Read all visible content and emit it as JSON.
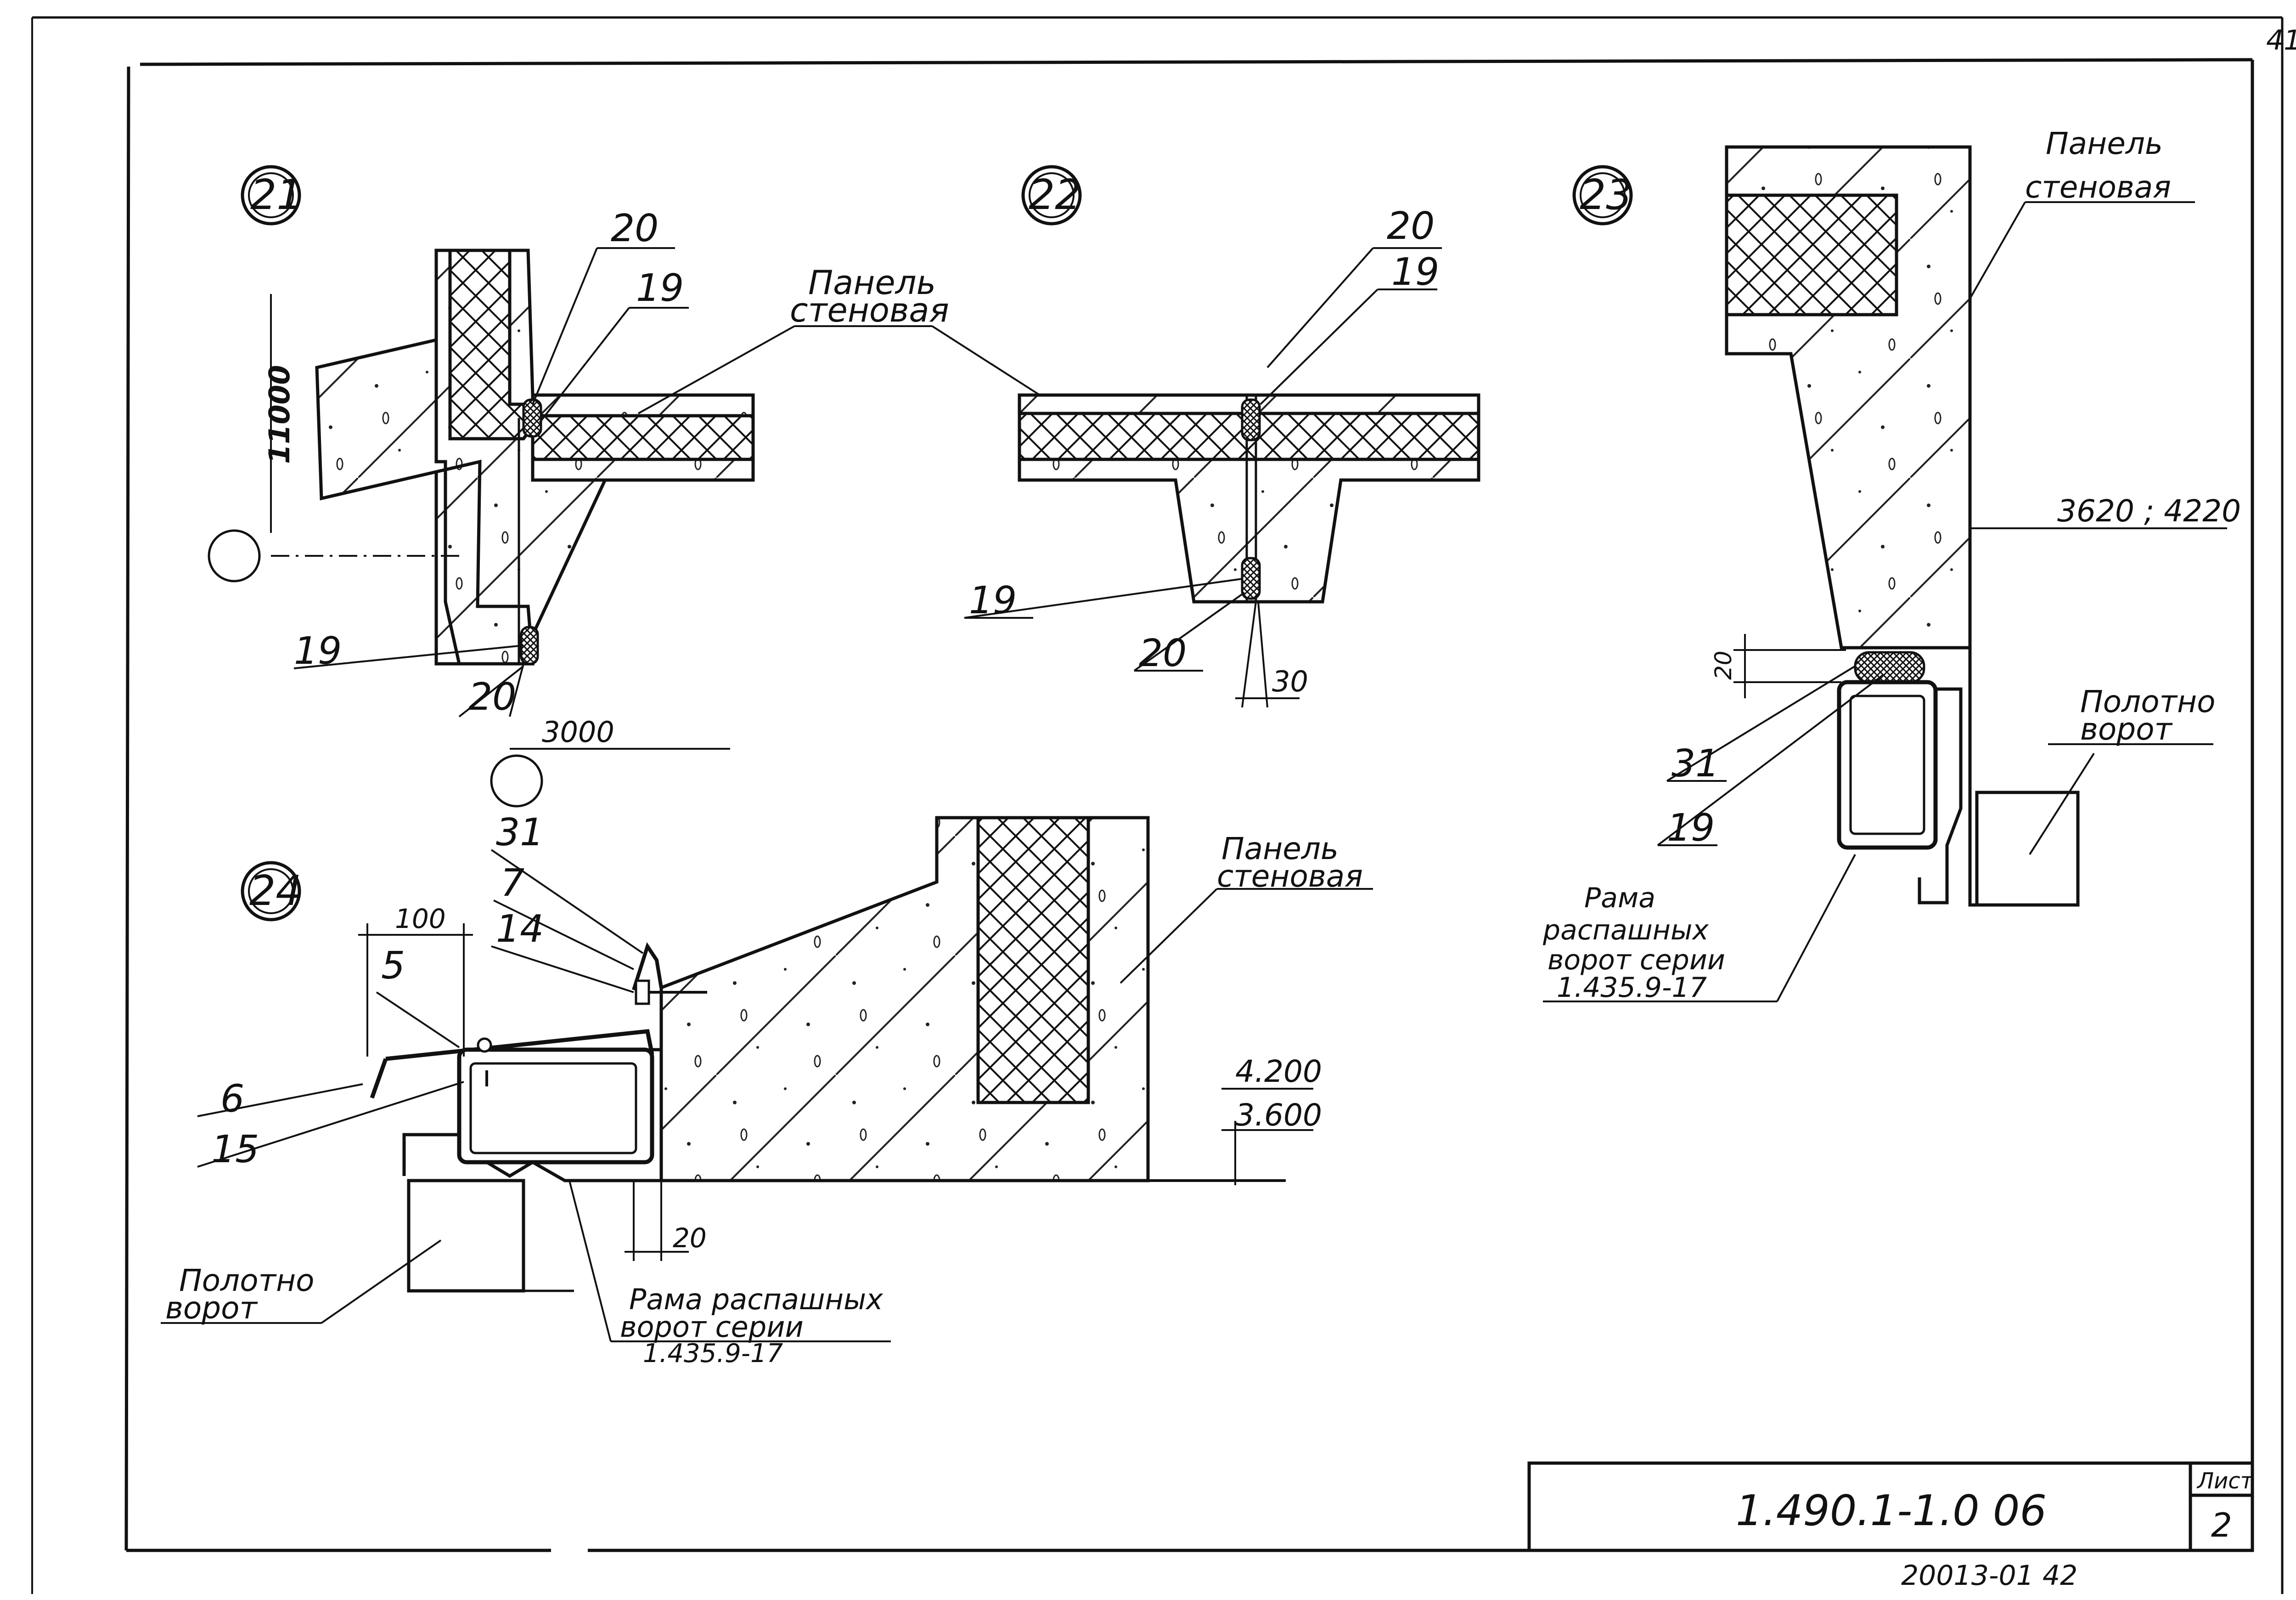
{
  "sheet": {
    "page_no": "41",
    "doc_code": "1.490.1-1.0 06",
    "list_header": "Лист",
    "list_no": "2",
    "archive_no": "20013-01 42"
  },
  "d21": {
    "id": "21",
    "m20a": "20",
    "m19a": "19",
    "m19b": "19",
    "m20b": "20",
    "dim_h": "11000",
    "dim_w": "3000"
  },
  "d22": {
    "id": "22",
    "m20a": "20",
    "m19a": "19",
    "m19b": "19",
    "m20b": "20",
    "dim": "30"
  },
  "panel_label_1": "Панель",
  "panel_label_2": "стеновая",
  "d23": {
    "id": "23",
    "panel_1": "Панель",
    "panel_2": "стеновая",
    "elev": "3620 ; 4220",
    "dim": "20",
    "m31": "31",
    "m19": "19",
    "leaf_1": "Полотно",
    "leaf_2": "ворот",
    "frame_1": "Рама",
    "frame_2": "распашных",
    "frame_3": "ворот серии",
    "frame_4": "1.435.9-17"
  },
  "d24": {
    "id": "24",
    "m31": "31",
    "m7": "7",
    "m14": "14",
    "m5": "5",
    "m6": "6",
    "m15": "15",
    "dim100": "100",
    "dim20": "20",
    "elev1": "4.200",
    "elev2": "3.600",
    "panel_1": "Панель",
    "panel_2": "стеновая",
    "leaf_1": "Полотно",
    "leaf_2": "ворот",
    "frame_1": "Рама распашных",
    "frame_2": "ворот серии",
    "frame_3": "1.435.9-17"
  }
}
